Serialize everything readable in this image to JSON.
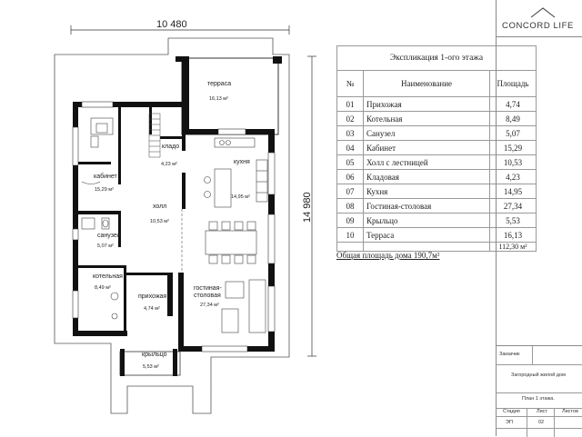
{
  "plan": {
    "dim_width": "10 480",
    "dim_height": "14 980",
    "rooms": {
      "terrace": {
        "label": "терраса",
        "area": "16,13 м²"
      },
      "pantry": {
        "label": "кладо",
        "area": "4,23 м²"
      },
      "kitchen": {
        "label": "кухня",
        "area": "14,95 м²"
      },
      "office": {
        "label": "кабинет",
        "area": "15,29 м²"
      },
      "hall": {
        "label": "холл",
        "area": "10,53 м²"
      },
      "bathroom": {
        "label": "санузел",
        "area": "5,07 м²"
      },
      "boiler": {
        "label": "котельная",
        "area": "8,49 м²"
      },
      "entry": {
        "label": "прихожая",
        "area": "4,74 м²"
      },
      "living": {
        "label": "гостиная-",
        "label2": "столовая",
        "area": "27,34 м²"
      },
      "porch": {
        "label": "крыльцо",
        "area": "5,53 м²"
      }
    }
  },
  "explication": {
    "title": "Экспликация 1-ого этажа",
    "headers": {
      "num": "№",
      "name": "Наименование",
      "area": "Площадь"
    },
    "rows": [
      {
        "num": "01",
        "name": "Прихожая",
        "area": "4,74"
      },
      {
        "num": "02",
        "name": "Котельная",
        "area": "8,49"
      },
      {
        "num": "03",
        "name": "Санузел",
        "area": "5,07"
      },
      {
        "num": "04",
        "name": "Кабинет",
        "area": "15,29"
      },
      {
        "num": "05",
        "name": "Холл с лестницей",
        "area": "10,53"
      },
      {
        "num": "06",
        "name": "Кладовая",
        "area": "4,23"
      },
      {
        "num": "07",
        "name": "Кухня",
        "area": "14,95"
      },
      {
        "num": "08",
        "name": "Гостиная-столовая",
        "area": "27,34"
      },
      {
        "num": "09",
        "name": "Крыльцо",
        "area": "5,53"
      },
      {
        "num": "10",
        "name": "Терраса",
        "area": "16,13"
      }
    ],
    "total": "112,30 м²",
    "house_total": "Общая площадь дома 190,7м²"
  },
  "title_block": {
    "logo": "CONCORD LIFE",
    "customer_label": "Заказчик",
    "project": "Загородный жилой дом",
    "sheet_title": "План 1 этажа.",
    "col_stage": "Стадия",
    "col_sheet": "Лист",
    "col_sheets": "Листов",
    "stage": "ЭП",
    "sheet": "02"
  }
}
